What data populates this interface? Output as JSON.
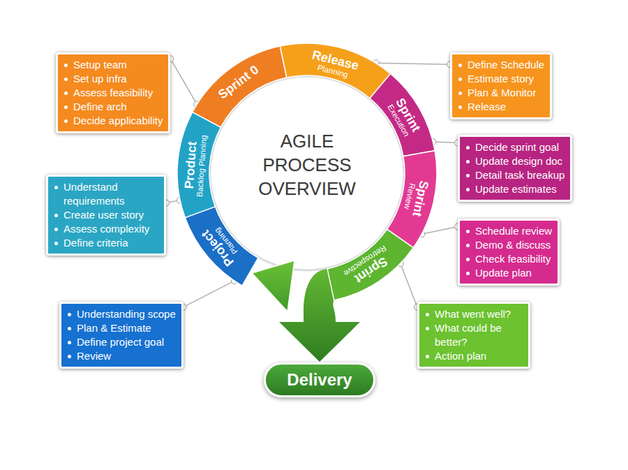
{
  "diagram": {
    "title": "AGILE PROCESS OVERVIEW",
    "nodes": [
      {
        "text": [
          "Sprint 0"
        ]
      },
      {
        "text": [
          "Release",
          "Planning"
        ]
      },
      {
        "text": [
          "Sprint",
          "Execution"
        ]
      },
      {
        "text": [
          "Sprint",
          "Review"
        ]
      },
      {
        "text": [
          "Sprint",
          "Retrospective"
        ]
      },
      {
        "text": [
          "Project",
          "Planning"
        ]
      },
      {
        "text": [
          "Product",
          "Backlog Planning"
        ]
      },
      {
        "text": [
          "Setup team",
          "Set up infra",
          "Assess feasibility",
          "Define arch",
          "Decide applicability"
        ]
      },
      {
        "text": [
          "Define Schedule",
          "Estimate story",
          "Plan & Monitor",
          "Release"
        ]
      },
      {
        "text": [
          "Decide sprint goal",
          "Update design doc",
          "Detail task breakup",
          "Update estimates"
        ]
      },
      {
        "text": [
          "Schedule review",
          "Demo & discuss",
          "Check feasibility",
          "Update plan"
        ]
      },
      {
        "text": [
          "What went well?",
          "What could be better?",
          "Action plan"
        ]
      },
      {
        "text": [
          "Understand requirements",
          "Create user story",
          "Assess complexity",
          "Define criteria"
        ]
      },
      {
        "text": [
          "Understanding scope",
          "Plan & Estimate",
          "Define project goal",
          "Review"
        ]
      },
      {
        "text": [
          "Delivery"
        ]
      }
    ],
    "edges": [
      {
        "from": 7,
        "to": 0,
        "arrow": "none"
      },
      {
        "from": 8,
        "to": 1,
        "arrow": "none"
      },
      {
        "from": 9,
        "to": 2,
        "arrow": "none"
      },
      {
        "from": 10,
        "to": 3,
        "arrow": "none"
      },
      {
        "from": 11,
        "to": 4,
        "arrow": "none"
      },
      {
        "from": 12,
        "to": 6,
        "arrow": "none"
      },
      {
        "from": 13,
        "to": 5,
        "arrow": "none"
      },
      {
        "from": 4,
        "to": 14,
        "arrow": "to"
      }
    ]
  }
}
